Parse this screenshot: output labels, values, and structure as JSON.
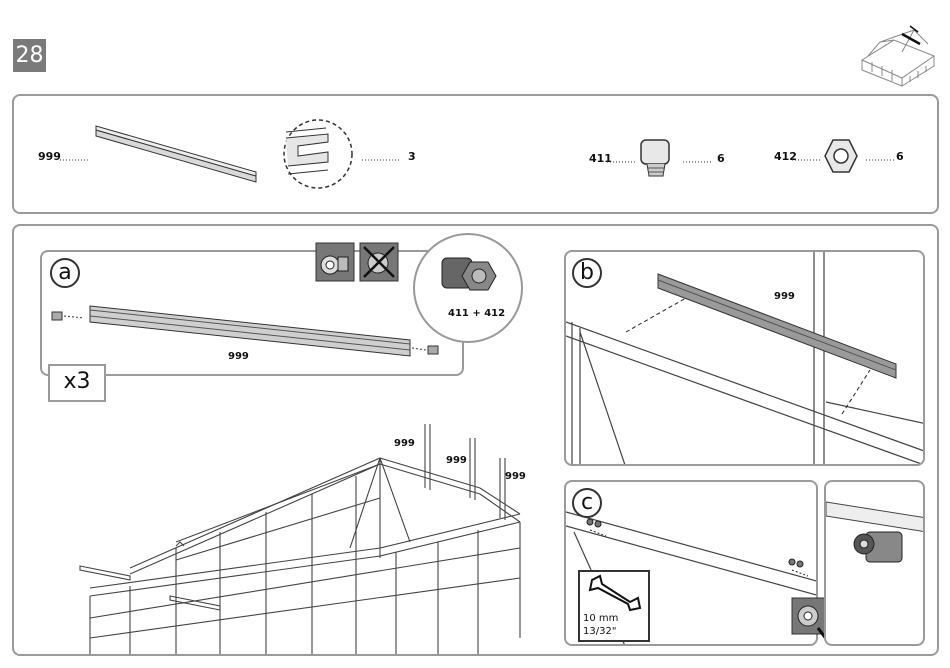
{
  "step_number": "28",
  "parts": {
    "profile_999": {
      "code": "999",
      "qty": "3"
    },
    "bolt_411": {
      "code": "411",
      "qty": "6"
    },
    "nut_412": {
      "code": "412",
      "qty": "6"
    }
  },
  "panel_a": {
    "letter": "a",
    "multiplier": "x3",
    "profile_label": "999",
    "hardware_label": "411 + 412"
  },
  "panel_b": {
    "letter": "b",
    "profile_label": "999"
  },
  "panel_c": {
    "letter": "c",
    "wrench_size_mm": "10 mm",
    "wrench_size_in": "13/32\""
  },
  "main_labels": [
    "999",
    "999",
    "999"
  ]
}
